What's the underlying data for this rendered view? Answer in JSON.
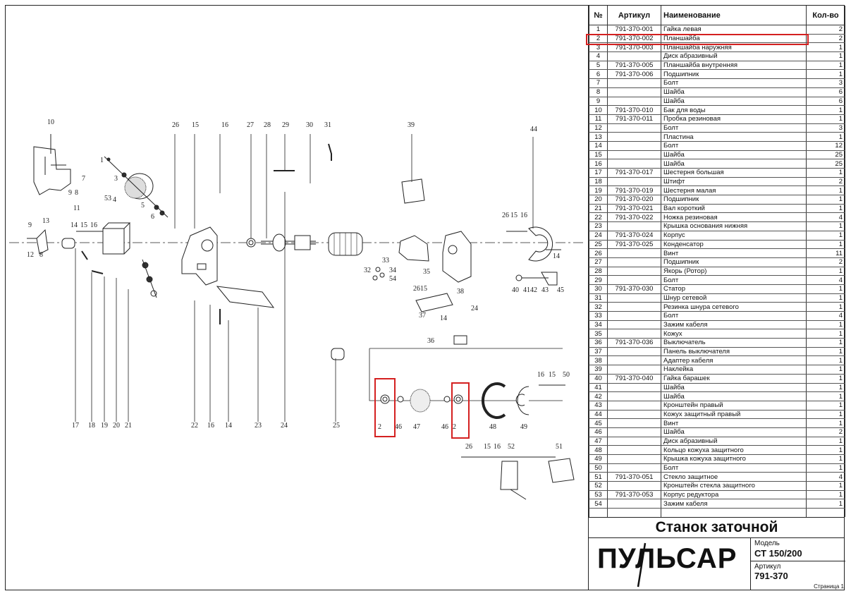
{
  "table": {
    "headers": {
      "no": "№",
      "article": "Артикул",
      "name": "Наименование",
      "qty": "Кол-во"
    },
    "rows": [
      {
        "no": "1",
        "article": "791-370-001",
        "name": "Гайка левая",
        "qty": "2"
      },
      {
        "no": "2",
        "article": "791-370-002",
        "name": "Планшайба",
        "qty": "2"
      },
      {
        "no": "3",
        "article": "791-370-003",
        "name": "Планшайба наружняя",
        "qty": "1"
      },
      {
        "no": "4",
        "article": "",
        "name": "Диск абразивный",
        "qty": "1"
      },
      {
        "no": "5",
        "article": "791-370-005",
        "name": "Планшайба внутренняя",
        "qty": "1"
      },
      {
        "no": "6",
        "article": "791-370-006",
        "name": "Подшипник",
        "qty": "1"
      },
      {
        "no": "7",
        "article": "",
        "name": "Болт",
        "qty": "3"
      },
      {
        "no": "8",
        "article": "",
        "name": "Шайба",
        "qty": "6"
      },
      {
        "no": "9",
        "article": "",
        "name": "Шайба",
        "qty": "6"
      },
      {
        "no": "10",
        "article": "791-370-010",
        "name": "Бак для воды",
        "qty": "1"
      },
      {
        "no": "11",
        "article": "791-370-011",
        "name": "Пробка резиновая",
        "qty": "1"
      },
      {
        "no": "12",
        "article": "",
        "name": "Болт",
        "qty": "3"
      },
      {
        "no": "13",
        "article": "",
        "name": "Пластина",
        "qty": "1"
      },
      {
        "no": "14",
        "article": "",
        "name": "Болт",
        "qty": "12"
      },
      {
        "no": "15",
        "article": "",
        "name": "Шайба",
        "qty": "25"
      },
      {
        "no": "16",
        "article": "",
        "name": "Шайба",
        "qty": "25"
      },
      {
        "no": "17",
        "article": "791-370-017",
        "name": "Шестерня большая",
        "qty": "1"
      },
      {
        "no": "18",
        "article": "",
        "name": "Штифт",
        "qty": "2"
      },
      {
        "no": "19",
        "article": "791-370-019",
        "name": "Шестерня малая",
        "qty": "1"
      },
      {
        "no": "20",
        "article": "791-370-020",
        "name": "Подшипник",
        "qty": "1"
      },
      {
        "no": "21",
        "article": "791-370-021",
        "name": "Вал короткий",
        "qty": "1"
      },
      {
        "no": "22",
        "article": "791-370-022",
        "name": "Ножка резиновая",
        "qty": "4"
      },
      {
        "no": "23",
        "article": "",
        "name": "Крышка основания нижняя",
        "qty": "1"
      },
      {
        "no": "24",
        "article": "791-370-024",
        "name": "Корпус",
        "qty": "1"
      },
      {
        "no": "25",
        "article": "791-370-025",
        "name": "Конденсатор",
        "qty": "1"
      },
      {
        "no": "26",
        "article": "",
        "name": "Винт",
        "qty": "11"
      },
      {
        "no": "27",
        "article": "",
        "name": "Подшипник",
        "qty": "2"
      },
      {
        "no": "28",
        "article": "",
        "name": "Якорь (Ротор)",
        "qty": "1"
      },
      {
        "no": "29",
        "article": "",
        "name": "Болт",
        "qty": "4"
      },
      {
        "no": "30",
        "article": "791-370-030",
        "name": "Статор",
        "qty": "1"
      },
      {
        "no": "31",
        "article": "",
        "name": "Шнур сетевой",
        "qty": "1"
      },
      {
        "no": "32",
        "article": "",
        "name": "Резинка шнура сетевого",
        "qty": "1"
      },
      {
        "no": "33",
        "article": "",
        "name": "Болт",
        "qty": "4"
      },
      {
        "no": "34",
        "article": "",
        "name": "Зажим кабеля",
        "qty": "1"
      },
      {
        "no": "35",
        "article": "",
        "name": "Кожух",
        "qty": "1"
      },
      {
        "no": "36",
        "article": "791-370-036",
        "name": "Выключатель",
        "qty": "1"
      },
      {
        "no": "37",
        "article": "",
        "name": "Панель выключателя",
        "qty": "1"
      },
      {
        "no": "38",
        "article": "",
        "name": "Адаптер кабеля",
        "qty": "1"
      },
      {
        "no": "39",
        "article": "",
        "name": "Наклейка",
        "qty": "1"
      },
      {
        "no": "40",
        "article": "791-370-040",
        "name": "Гайка барашек",
        "qty": "1"
      },
      {
        "no": "41",
        "article": "",
        "name": "Шайба",
        "qty": "1"
      },
      {
        "no": "42",
        "article": "",
        "name": "Шайба",
        "qty": "1"
      },
      {
        "no": "43",
        "article": "",
        "name": "Кронштейн правый",
        "qty": "1"
      },
      {
        "no": "44",
        "article": "",
        "name": "Кожух защитный правый",
        "qty": "1"
      },
      {
        "no": "45",
        "article": "",
        "name": "Винт",
        "qty": "1"
      },
      {
        "no": "46",
        "article": "",
        "name": "Шайба",
        "qty": "2"
      },
      {
        "no": "47",
        "article": "",
        "name": "Диск абразивный",
        "qty": "1"
      },
      {
        "no": "48",
        "article": "",
        "name": "Кольцо кожуха защитного",
        "qty": "1"
      },
      {
        "no": "49",
        "article": "",
        "name": "Крышка кожуха защитного",
        "qty": "1"
      },
      {
        "no": "50",
        "article": "",
        "name": "Болт",
        "qty": "1"
      },
      {
        "no": "51",
        "article": "791-370-051",
        "name": "Стекло защитное",
        "qty": "4"
      },
      {
        "no": "52",
        "article": "",
        "name": "Кронштейн стекла защитного",
        "qty": "1"
      },
      {
        "no": "53",
        "article": "791-370-053",
        "name": "Корпус редуктора",
        "qty": "1"
      },
      {
        "no": "54",
        "article": "",
        "name": "Зажим кабеля",
        "qty": "1"
      }
    ]
  },
  "title_block": {
    "product_title": "Станок заточной",
    "brand": "ПУЛЬСАР",
    "model_label": "Модель",
    "model_value": "СТ 150/200",
    "article_label": "Артикул",
    "article_value": "791-370",
    "page": "Страница 1"
  },
  "diagram": {
    "callouts_top": [
      "10",
      "26",
      "15",
      "16",
      "27",
      "28",
      "29",
      "30",
      "31",
      "39",
      "44"
    ],
    "callouts_bottom": [
      "17",
      "18",
      "19",
      "20",
      "21",
      "22",
      "16",
      "14",
      "23",
      "24",
      "25"
    ],
    "callouts_misc": [
      "1",
      "3",
      "5",
      "6",
      "7",
      "9",
      "8",
      "11",
      "53",
      "4",
      "9",
      "13",
      "12",
      "8",
      "14",
      "15",
      "16",
      "33",
      "32",
      "34",
      "54",
      "35",
      "26",
      "15",
      "38",
      "37",
      "14",
      "24",
      "36",
      "26",
      "15",
      "16",
      "14",
      "40",
      "41",
      "42",
      "43",
      "45"
    ],
    "callouts_wheel": [
      "2",
      "46",
      "47",
      "46",
      "2",
      "48",
      "49",
      "16",
      "15",
      "50"
    ],
    "callouts_glass": [
      "26",
      "15",
      "16",
      "52",
      "51"
    ]
  },
  "highlight_color": "#d42020"
}
